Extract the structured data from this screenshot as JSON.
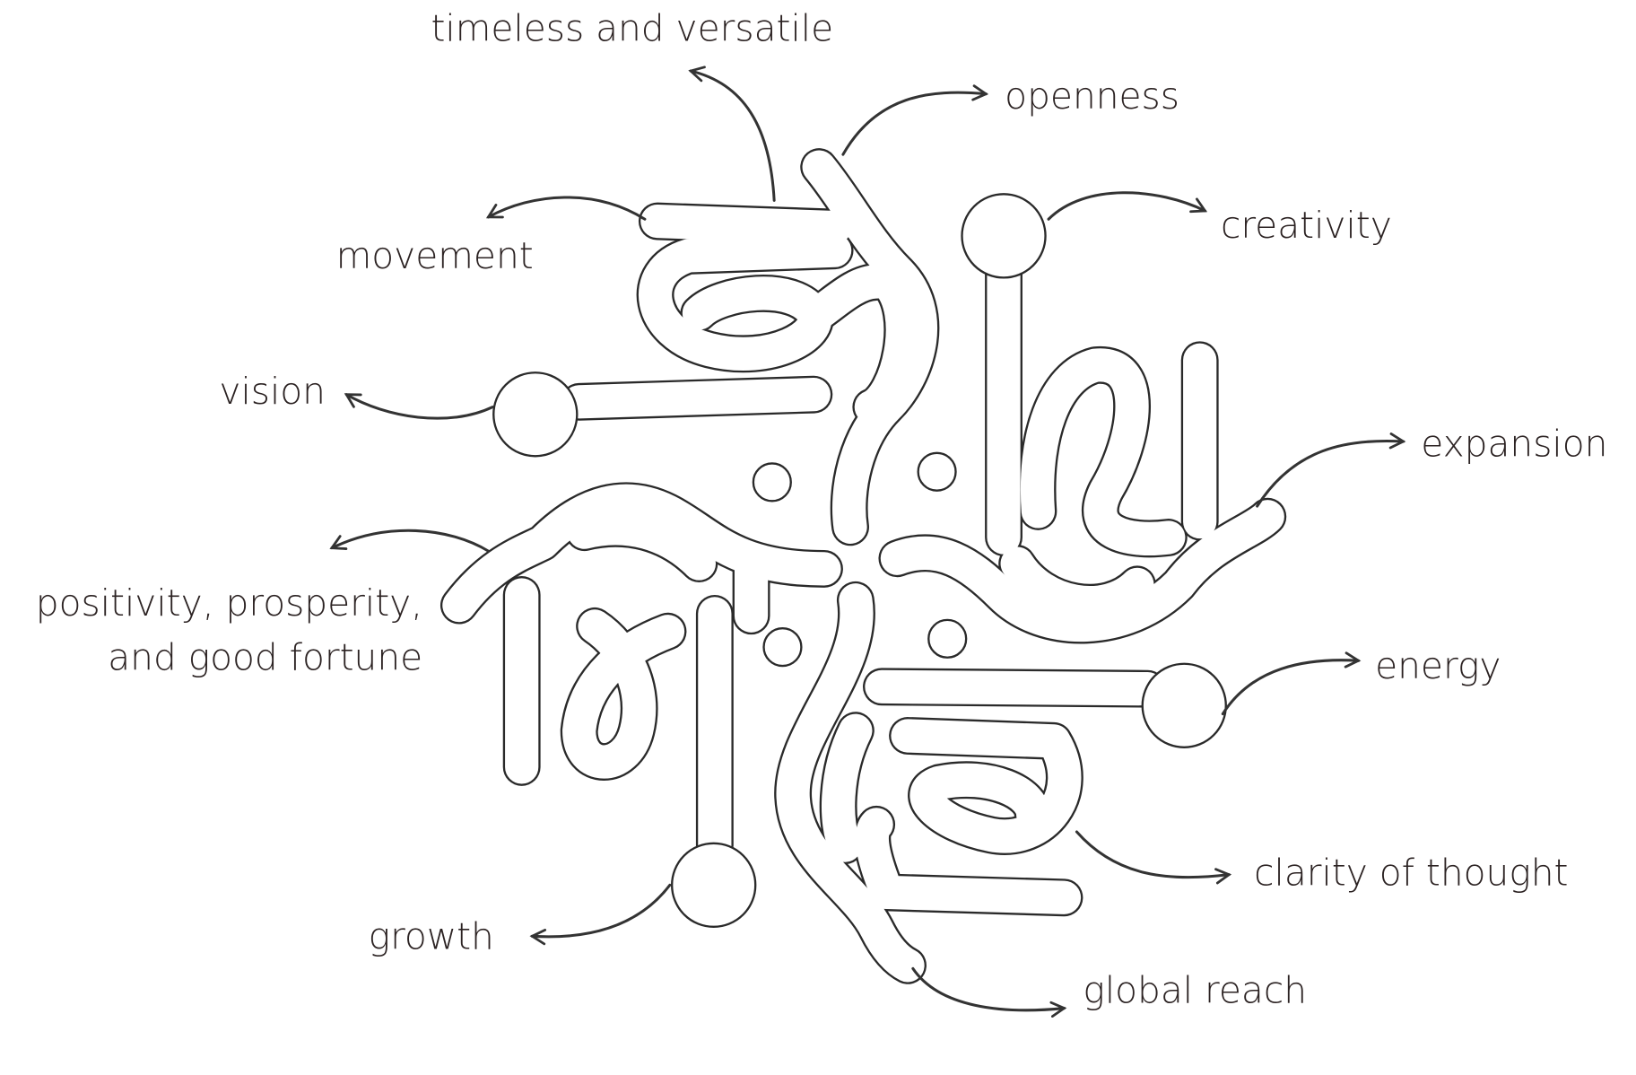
{
  "diagram": {
    "labels": {
      "timeless": "timeless and versatile",
      "openness": "openness",
      "creativity": "creativity",
      "movement": "movement",
      "vision": "vision",
      "expansion": "expansion",
      "positivity_line1": "positivity, prosperity,",
      "positivity_line2": "and good fortune",
      "energy": "energy",
      "clarity": "clarity of thought",
      "growth": "growth",
      "global_reach": "global reach"
    },
    "colors": {
      "text": "#2b2222",
      "stroke": "#2a2a2a",
      "background": "#ffffff"
    }
  }
}
